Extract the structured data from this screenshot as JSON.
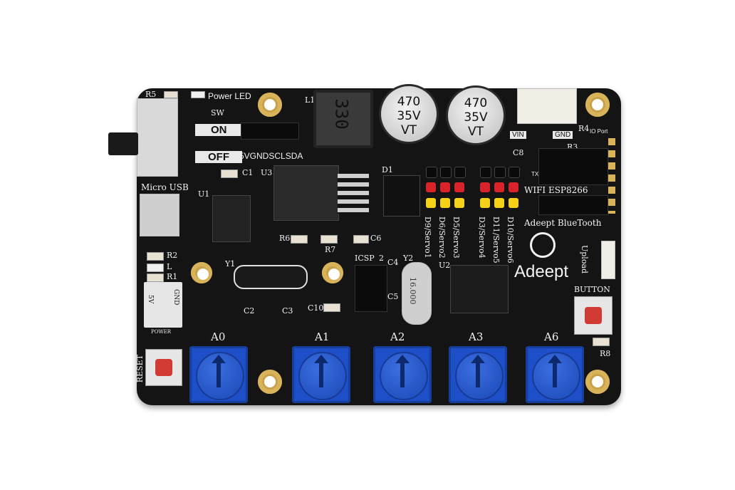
{
  "board": {
    "power_led": "Power LED",
    "r5": "R5",
    "sw": "SW",
    "on": "ON",
    "off": "OFF",
    "micro_usb": "Micro USB",
    "c1": "C1",
    "u1": "U1",
    "u3": "U3",
    "l1": "L1",
    "i2c": "5VGNDSCLSDA",
    "inductor_marking": "330",
    "cap_left": {
      "line1": "470",
      "line2": "35V",
      "line3": "VT"
    },
    "cap_right": {
      "line1": "470",
      "line2": "35V",
      "line3": "VT"
    },
    "vin": "VIN",
    "gnd_top": "GND",
    "r4": "R4",
    "r3": "R3",
    "io_port": "IO Port",
    "c8": "C8",
    "tx": "TX",
    "d1": "D1",
    "wifi": "WIFI ESP8266",
    "bluetooth": "Adeept BlueTooth",
    "r6": "R6",
    "r7": "R7",
    "c6": "C6",
    "r2": "R2",
    "l": "L",
    "r1": "R1",
    "y1": "Y1",
    "c2": "C2",
    "c3": "C3",
    "icsp": "ICSP",
    "icsp_2": "2",
    "y2": "Y2",
    "c4": "C4",
    "c5": "C5",
    "c10": "C10",
    "u2": "U2",
    "servo_labels": [
      "D9/Servo1",
      "D6/Servo2",
      "D5/Servo3",
      "D3/Servo4",
      "D11/Servo5",
      "D10/Servo6"
    ],
    "brand": "Adeept",
    "upload": "Upload",
    "button": "BUTTON",
    "r8": "R8",
    "power": "POWER",
    "five_v": "5V",
    "gnd": "GND",
    "reset": "RESET",
    "crystal": "16.000",
    "analog": [
      "A0",
      "A1",
      "A2",
      "A3",
      "A6"
    ]
  }
}
